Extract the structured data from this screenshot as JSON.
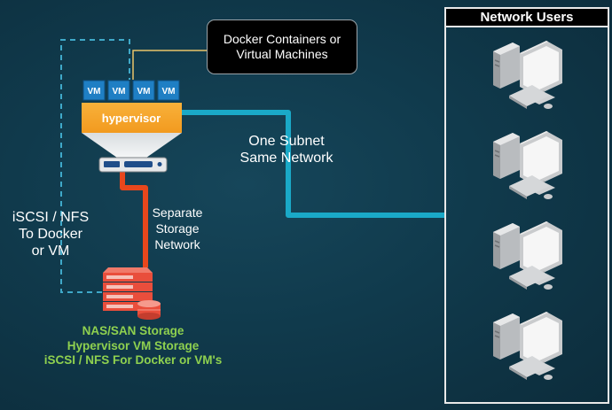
{
  "callout": {
    "line1": "Docker Containers or",
    "line2": "Virtual Machines"
  },
  "vm_label": "VM",
  "hypervisor_label": "hypervisor",
  "subnet": {
    "line1": "One Subnet",
    "line2": "Same Network"
  },
  "storage_net": {
    "line1": "Separate",
    "line2": "Storage",
    "line3": "Network"
  },
  "iscsi": {
    "line1": "iSCSI / NFS",
    "line2": "To Docker",
    "line3": "or VM"
  },
  "storage_desc": {
    "line1": "NAS/SAN Storage",
    "line2": "Hypervisor VM Storage",
    "line3": "iSCSI / NFS For Docker or VM's"
  },
  "users": {
    "title": "Network Users"
  },
  "colors": {
    "network_line": "#1aa9c8",
    "storage_line": "#e8471c",
    "storage_text": "#8fd14f",
    "hypervisor": "#f7a52a",
    "vm": "#1f7fc4"
  }
}
